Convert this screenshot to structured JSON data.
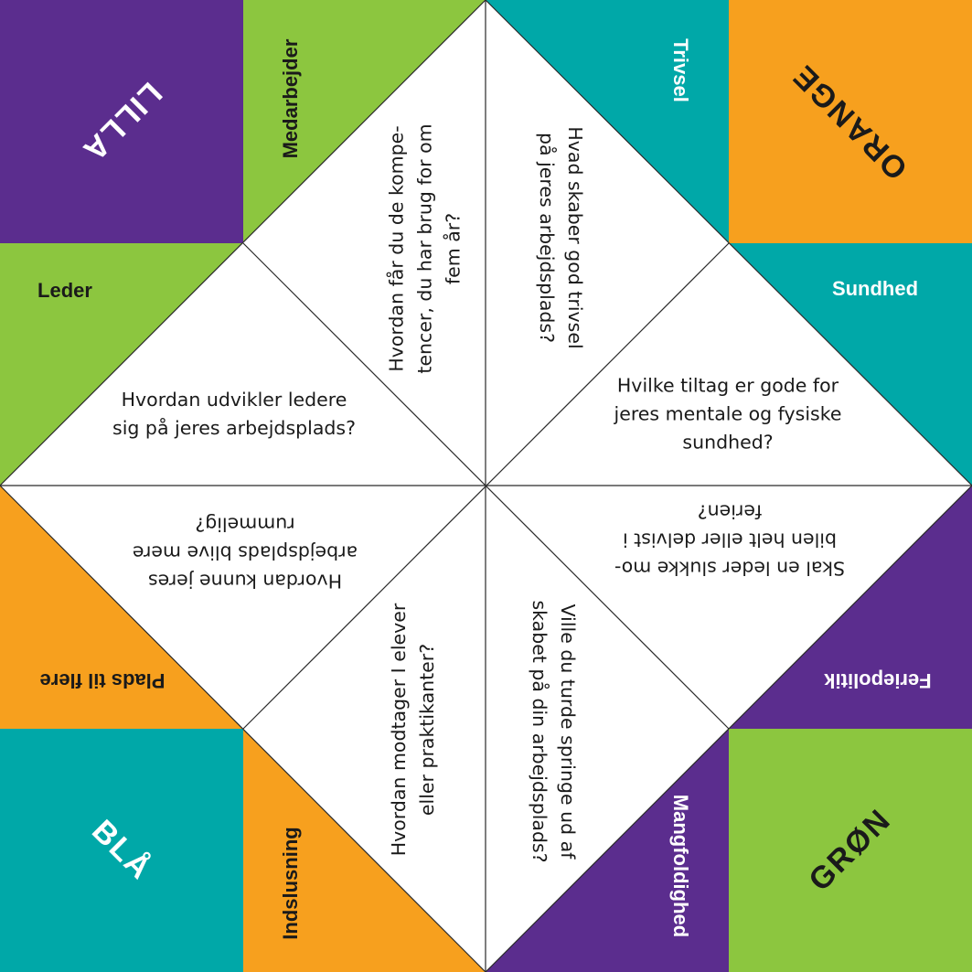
{
  "colors": {
    "purple": "#5b2d8e",
    "green": "#8cc63f",
    "teal": "#00a8a8",
    "orange": "#f7a01e",
    "white": "#ffffff",
    "dark": "#1a1a1a"
  },
  "corners": {
    "lilla": "LILLA",
    "orange": "ORANGE",
    "gron": "GRØN",
    "bla": "BLÅ"
  },
  "tabs": {
    "medarbejder": "Medarbejder",
    "leder": "Leder",
    "trivsel": "Trivsel",
    "sundhed": "Sundhed",
    "feriepolitik": "Feriepolitik",
    "mangfoldighed": "Mangfoldighed",
    "indslusning": "Indslusning",
    "plads_til_flere": "Plads til flere"
  },
  "questions": {
    "leder": [
      "Hvordan udvikler ledere",
      "sig på jeres arbejdsplads?"
    ],
    "medarbejder": [
      "Hvordan får du de kompe-",
      "tencer, du har brug for om",
      "fem år?"
    ],
    "trivsel": [
      "Hvad skaber god trivsel",
      "på jeres arbejdsplads?"
    ],
    "sundhed": [
      "Hvilke tiltag er gode for",
      "jeres mentale og fysiske",
      "sundhed?"
    ],
    "feriepolitik": [
      "Skal en leder slukke mo-",
      "bilen helt eller delvist i",
      "ferien?"
    ],
    "mangfoldighed": [
      "Ville du turde springe ud af",
      "skabet på din arbejdsplads?"
    ],
    "indslusning": [
      "Hvordan modtager I elever",
      "eller praktikanter?"
    ],
    "plads_til_flere": [
      "Hvordan kunne jeres",
      "arbejdsplads blive mere",
      "rummelig?"
    ]
  }
}
